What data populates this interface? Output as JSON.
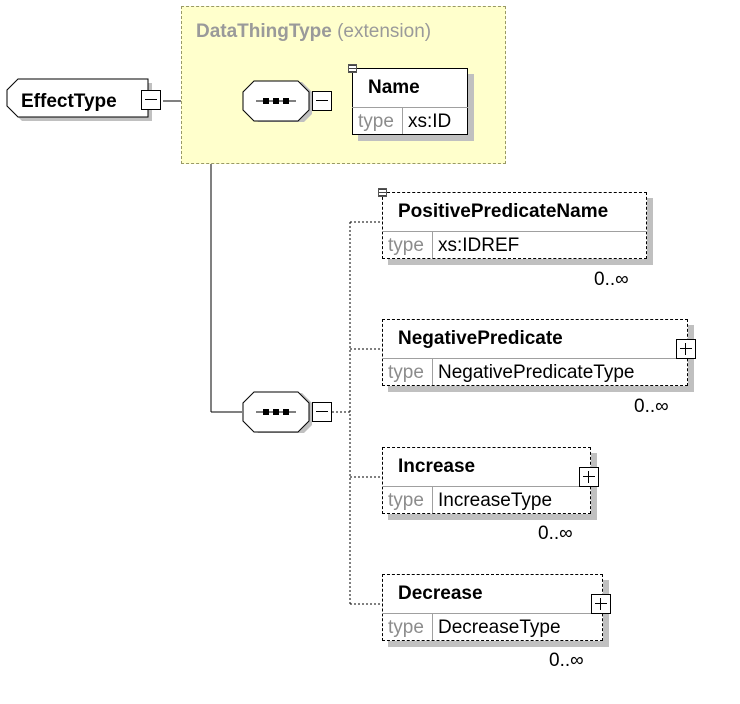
{
  "extension": {
    "title": "DataThingType",
    "modifier": "(extension)"
  },
  "root": {
    "name": "EffectType"
  },
  "type_caption": "type",
  "elements": {
    "name": {
      "name": "Name",
      "type": "xs:ID"
    },
    "positive_predicate_name": {
      "name": "PositivePredicateName",
      "type": "xs:IDREF",
      "cardinality": "0..∞"
    },
    "negative_predicate": {
      "name": "NegativePredicate",
      "type": "NegativePredicateType",
      "cardinality": "0..∞"
    },
    "increase": {
      "name": "Increase",
      "type": "IncreaseType",
      "cardinality": "0..∞"
    },
    "decrease": {
      "name": "Decrease",
      "type": "DecreaseType",
      "cardinality": "0..∞"
    }
  },
  "colors": {
    "extension_fill": "#ffffcc",
    "extension_border": "#999966",
    "shadow": "#c0c0c0",
    "type_caption": "#8c8c8c"
  }
}
